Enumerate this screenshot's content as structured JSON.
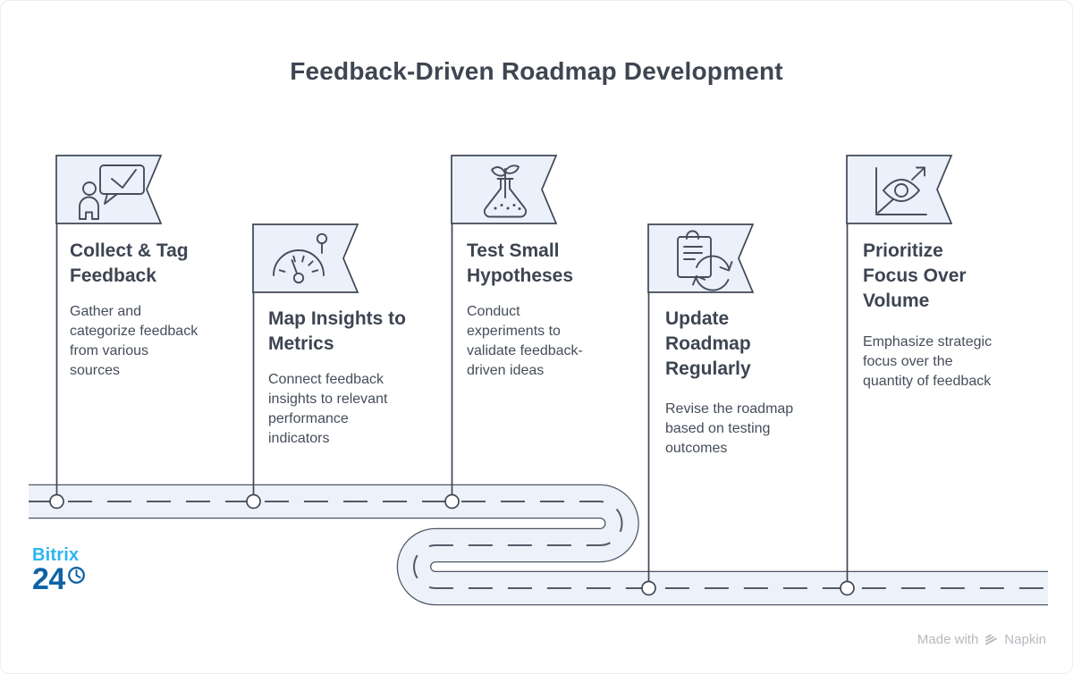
{
  "title": "Feedback-Driven Roadmap Development",
  "steps": [
    {
      "icon": "person-feedback-check-icon",
      "title_lines": [
        "Collect & Tag",
        "Feedback"
      ],
      "desc_lines": [
        "Gather and",
        "categorize feedback",
        "from various",
        "sources"
      ]
    },
    {
      "icon": "gauge-metrics-icon",
      "title_lines": [
        "Map Insights to",
        "Metrics"
      ],
      "desc_lines": [
        "Connect feedback",
        "insights to relevant",
        "performance",
        "indicators"
      ]
    },
    {
      "icon": "flask-growth-icon",
      "title_lines": [
        "Test Small",
        "Hypotheses"
      ],
      "desc_lines": [
        "Conduct",
        "experiments to",
        "validate feedback-",
        "driven ideas"
      ]
    },
    {
      "icon": "clipboard-refresh-icon",
      "title_lines": [
        "Update",
        "Roadmap",
        "Regularly"
      ],
      "desc_lines": [
        "Revise the roadmap",
        "based on testing",
        "outcomes"
      ]
    },
    {
      "icon": "eye-focus-trend-icon",
      "title_lines": [
        "Prioritize",
        "Focus Over",
        "Volume"
      ],
      "desc_lines": [
        "Emphasize strategic",
        "focus over the",
        "quantity of feedback"
      ]
    }
  ],
  "branding": {
    "name_top": "Bitrix",
    "name_bottom": "24"
  },
  "footer": {
    "made_with": "Made with",
    "brand": "Napkin"
  },
  "colors": {
    "road_fill": "#edf1f9",
    "flag_fill": "#ecf0fa",
    "stroke_ink": "#3f4856",
    "title_text": "#3d4551",
    "body_text": "#454d5a",
    "bitrix_light_blue": "#2cb5f2",
    "bitrix_dark_blue": "#0e63a6",
    "footer_gray": "#b6b9bf"
  }
}
